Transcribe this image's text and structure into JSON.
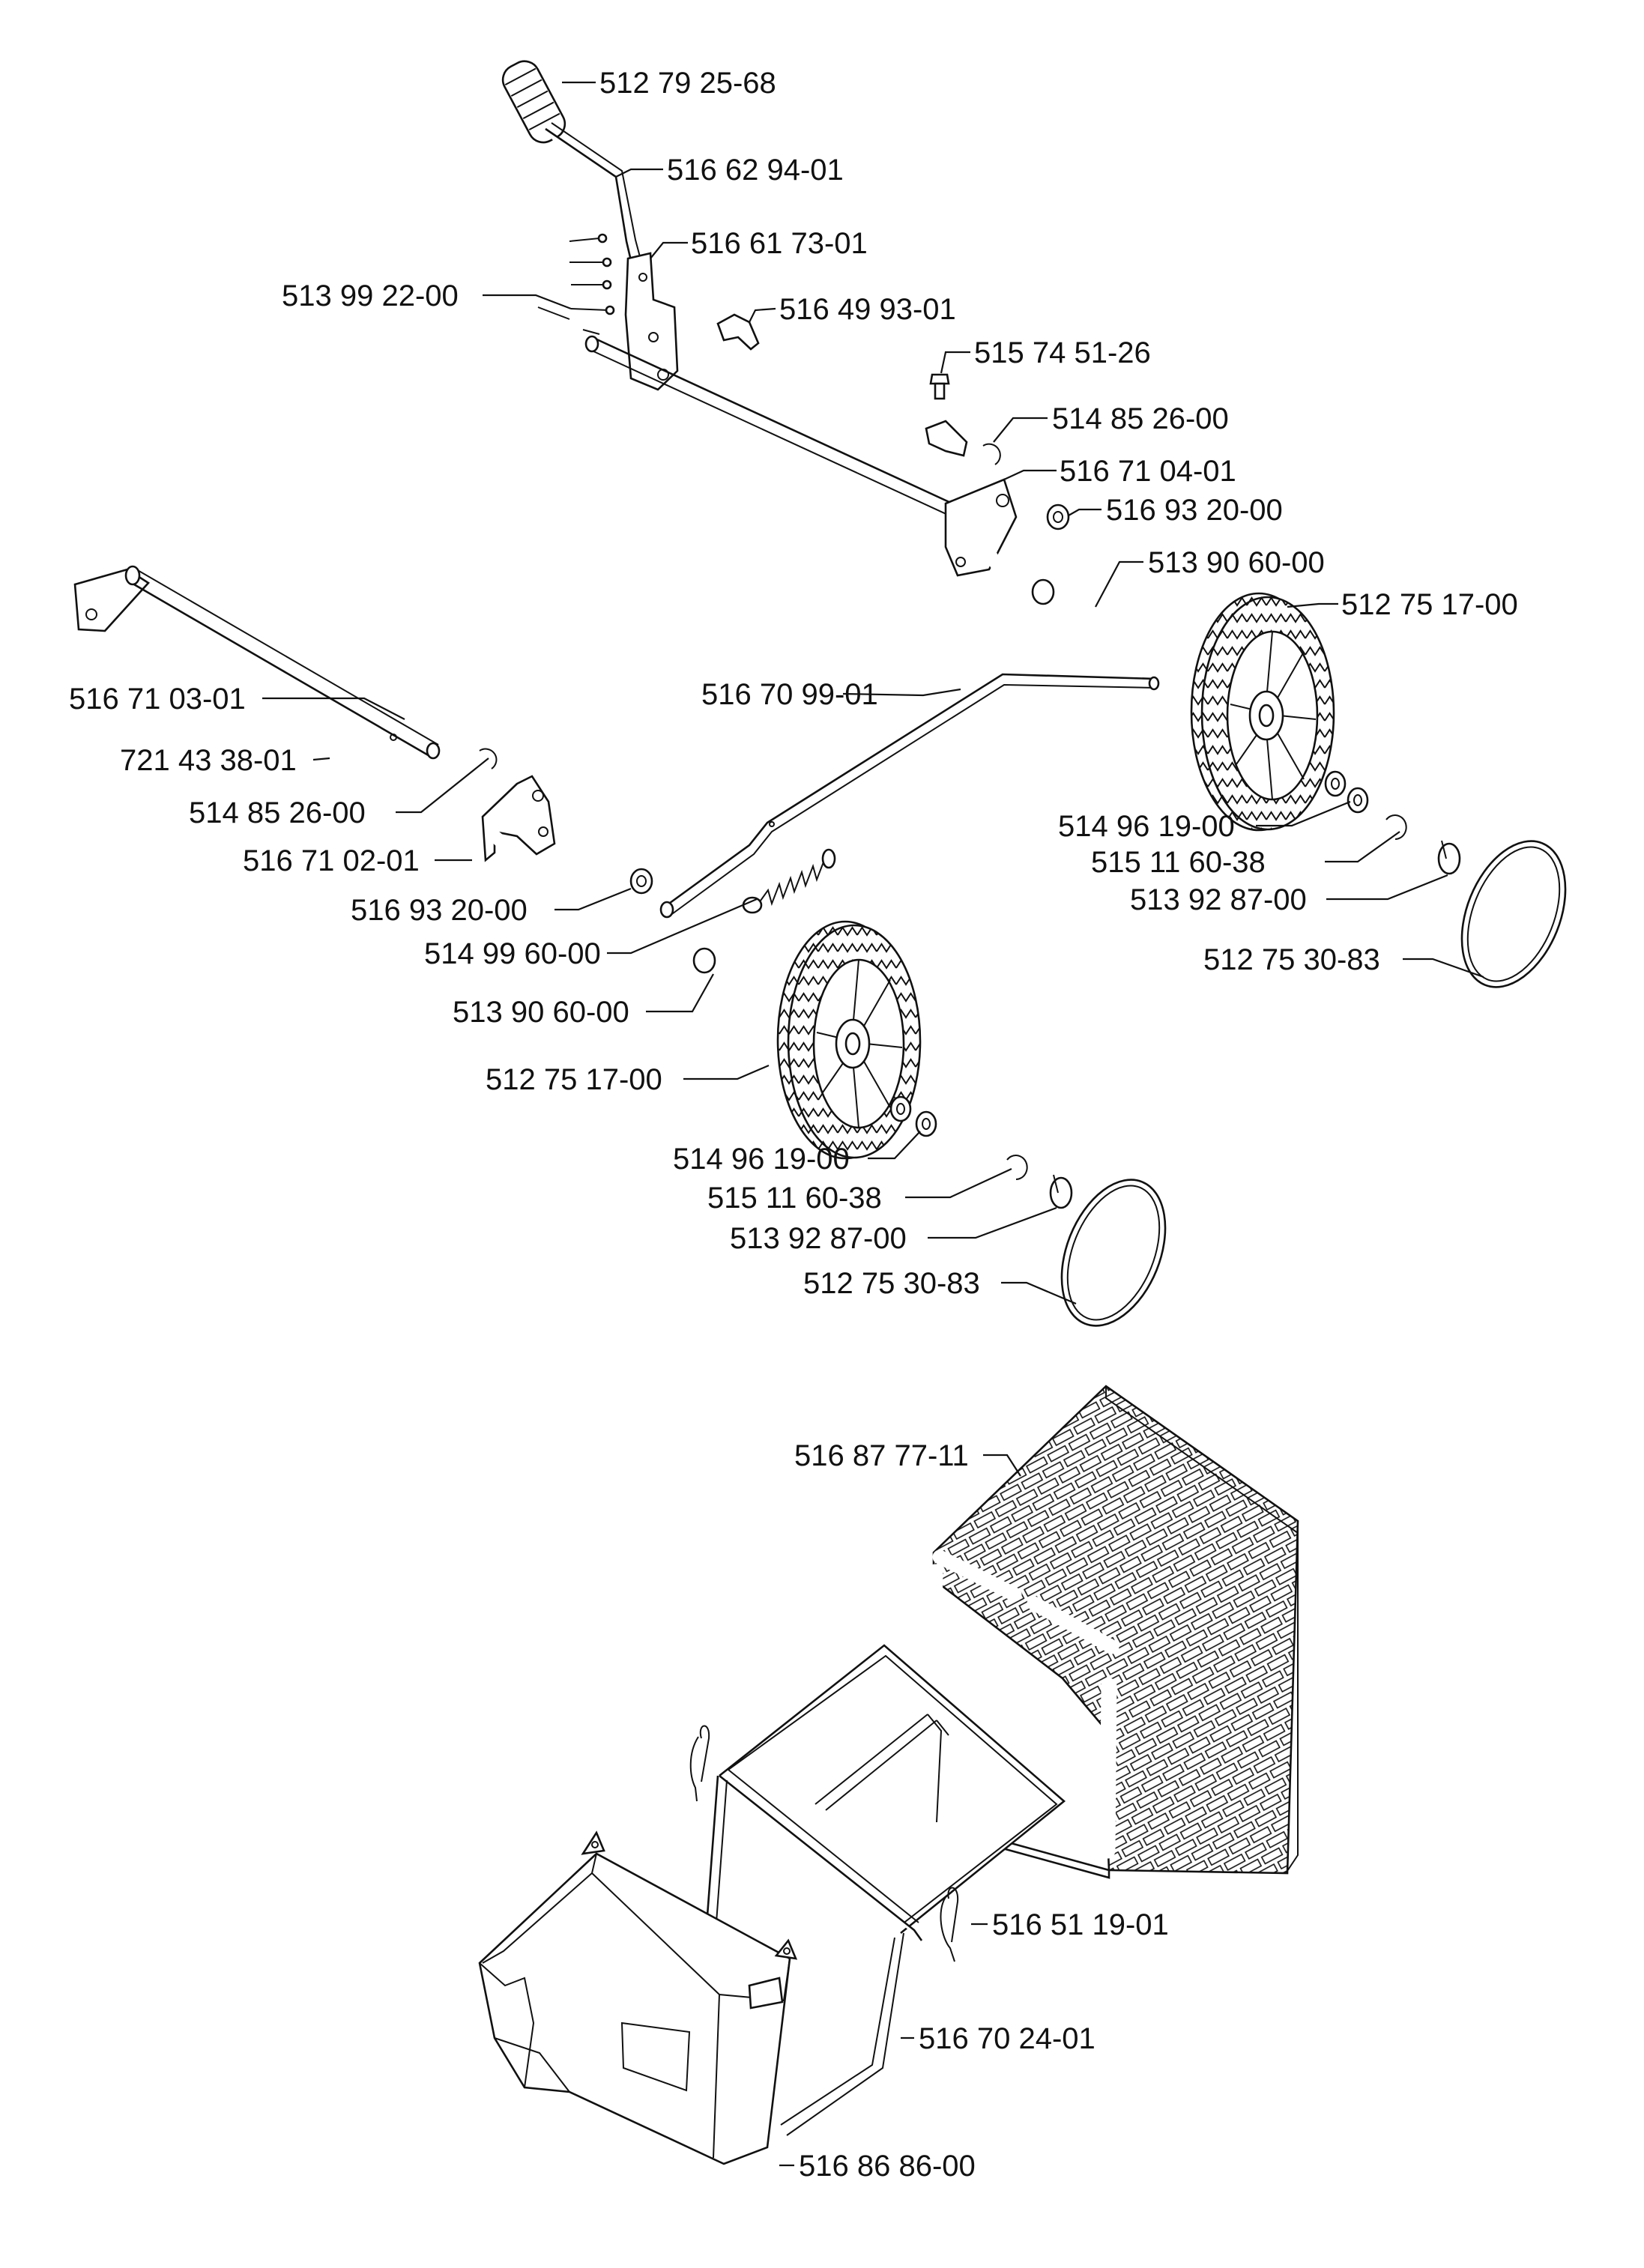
{
  "callouts": {
    "handle_grip": "512 79 25-68",
    "lever": "516 62 94-01",
    "lever_plate": "516 61 73-01",
    "rivets": "513 99 22-00",
    "clip_top": "516 49 93-01",
    "screw": "515 74 51-26",
    "clip_right": "514 85 26-00",
    "bracket_right": "516 71 04-01",
    "washer_right": "516 93 20-00",
    "axle_pin_right": "513 90 60-00",
    "wheel_right": "512 75 17-00",
    "axle_rod": "516 71 03-01",
    "pin": "721 43 38-01",
    "clip_left": "514 85 26-00",
    "link_rod": "516 70 99-01",
    "bracket_left": "516 71 02-01",
    "washer_left": "516 93 20-00",
    "spring": "514 99 60-00",
    "axle_pin_left": "513 90 60-00",
    "wheel_left": "512 75 17-00",
    "washers_right": "514 96 19-00",
    "circlip_right": "515 11 60-38",
    "hubcap_right": "513 92 87-00",
    "tyre_ring_right": "512 75 30-83",
    "washers_left": "514 96 19-00",
    "circlip_left": "515 11 60-38",
    "hubcap_left": "513 92 87-00",
    "tyre_ring_left": "512 75 30-83",
    "grass_bag": "516 87 77-11",
    "hair_pin": "516 51 19-01",
    "bag_frame": "516 70 24-01",
    "bag_bottom": "516 86 86-00"
  }
}
